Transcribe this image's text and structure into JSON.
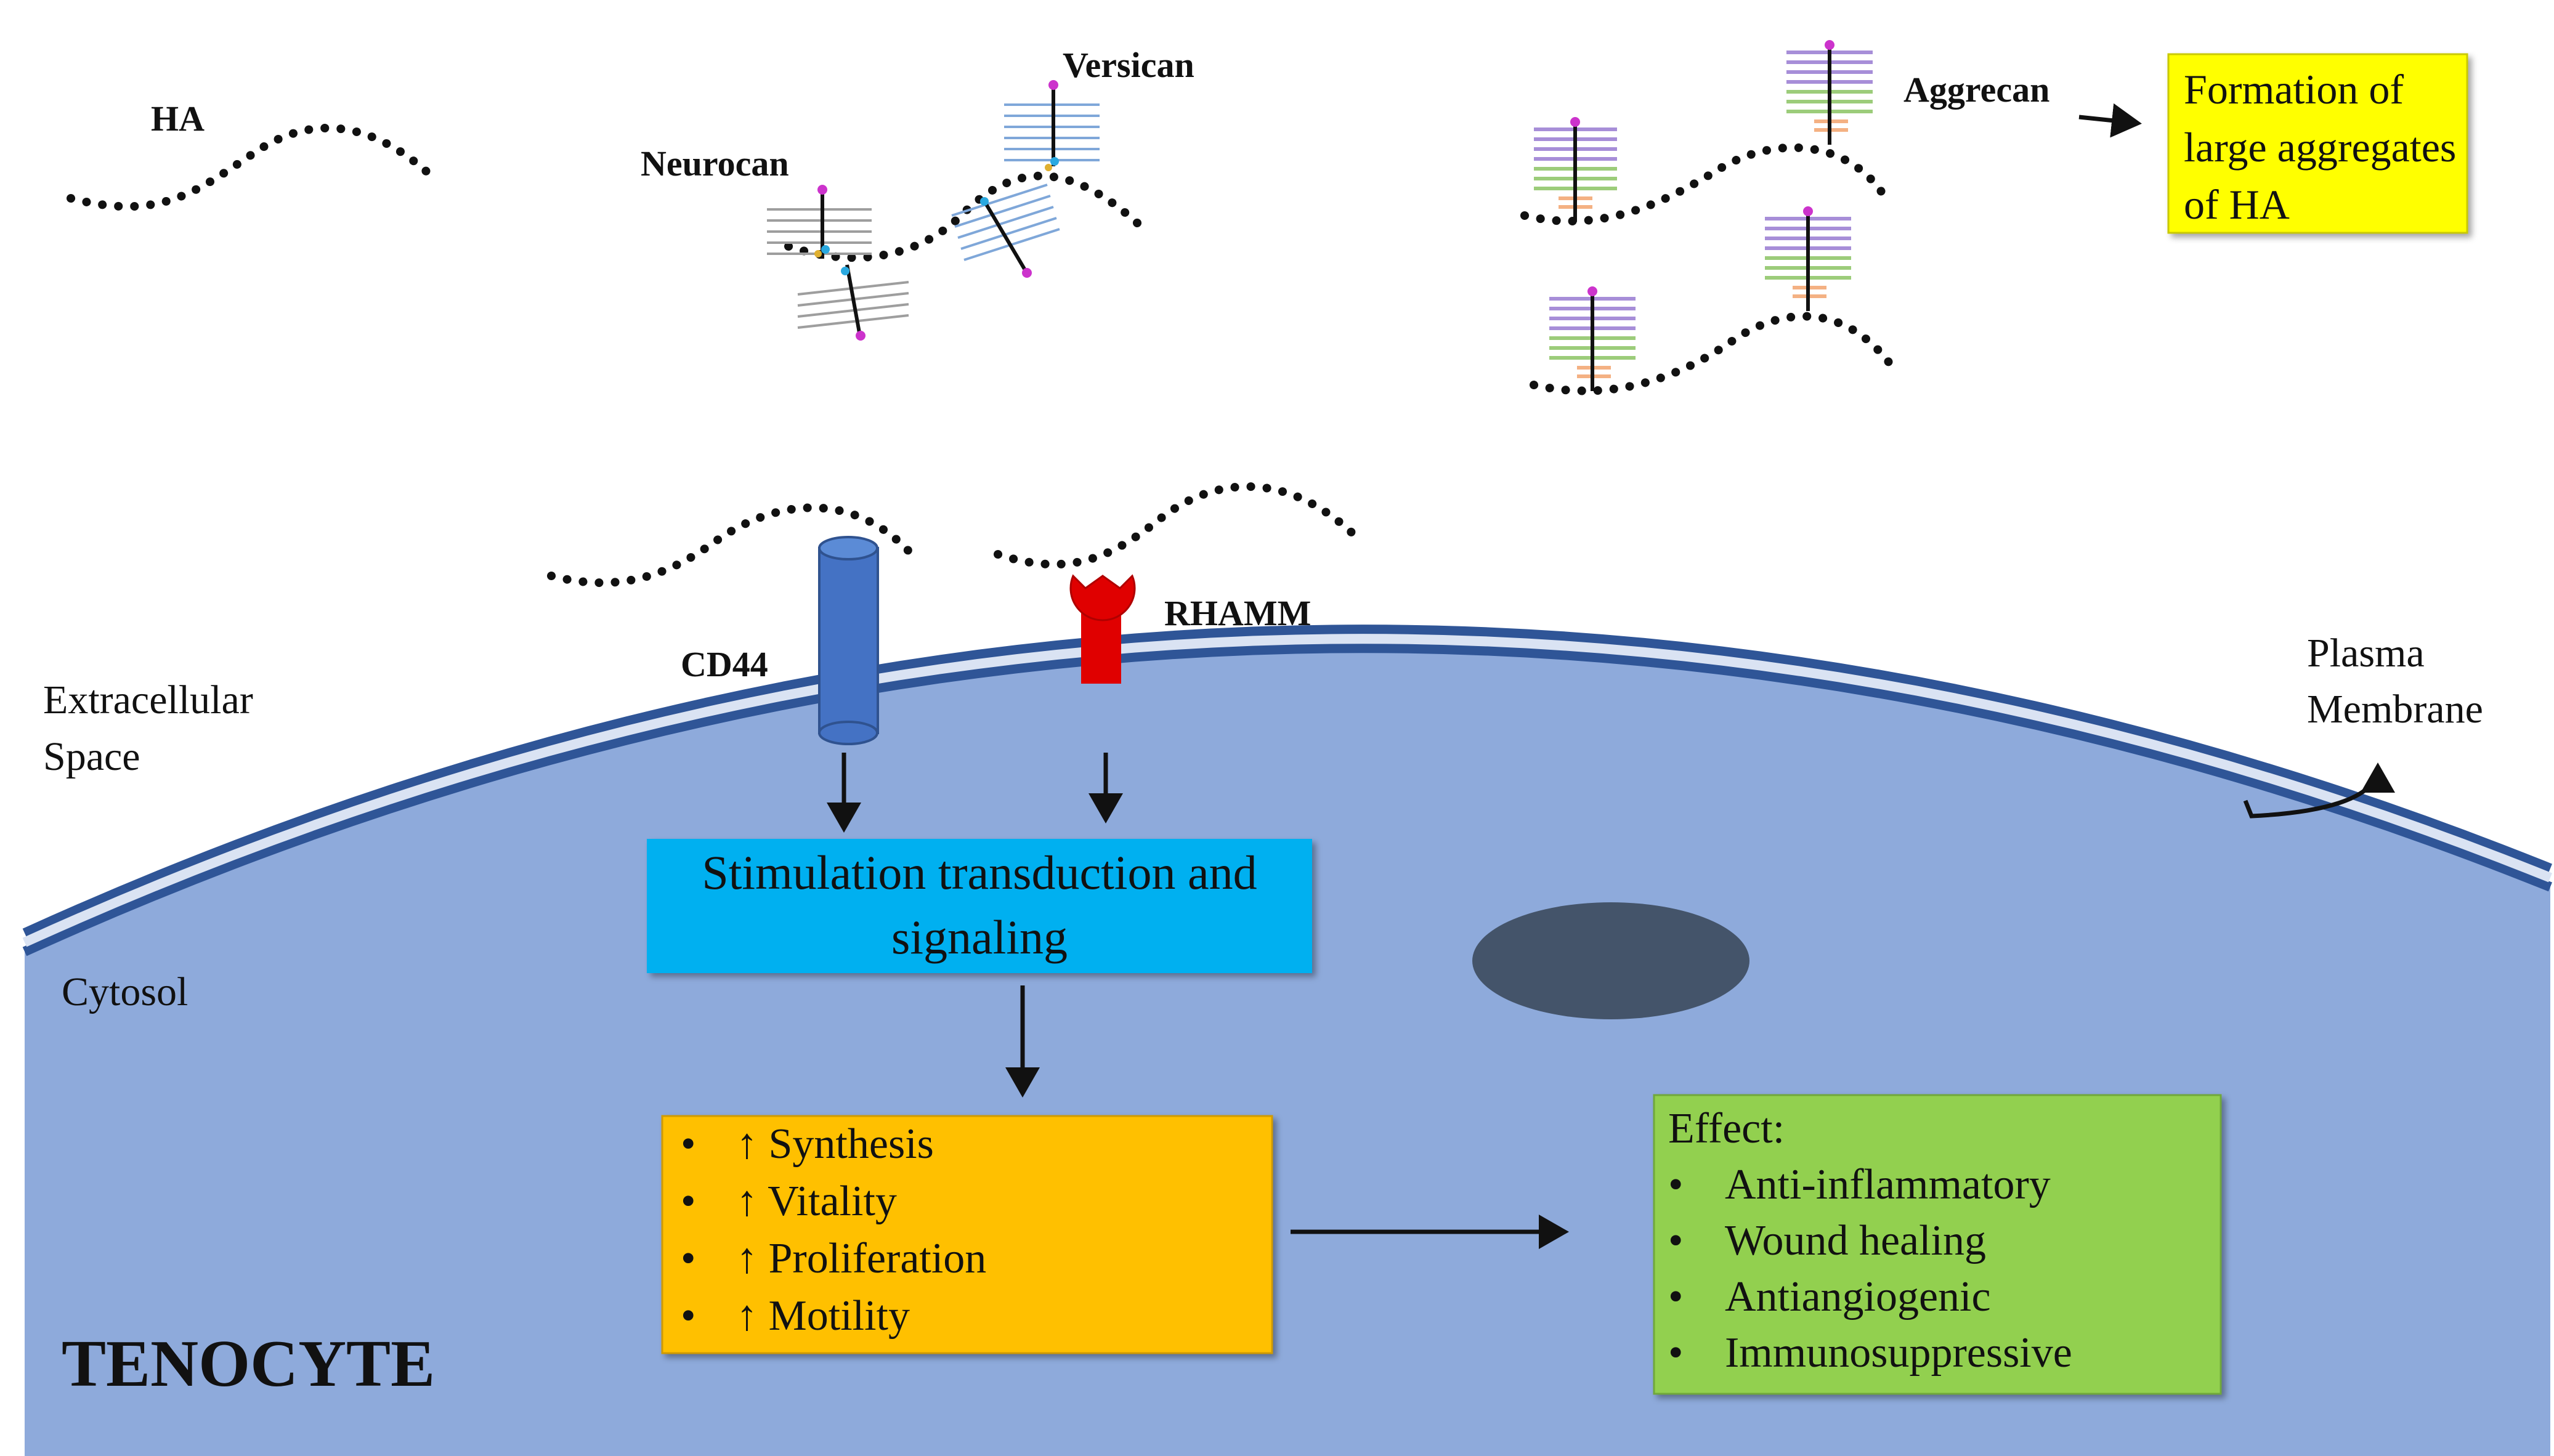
{
  "labels": {
    "ha": "HA",
    "neurocan": "Neurocan",
    "versican": "Versican",
    "aggrecan": "Aggrecan",
    "cd44": "CD44",
    "rhamm": "RHAMM",
    "extracellular_line1": "Extracellular",
    "extracellular_line2": "Space",
    "plasma_line1": "Plasma",
    "plasma_line2": "Membrane",
    "cytosol": "Cytosol",
    "tenocyte": "TENOCYTE"
  },
  "aggregates_box": {
    "lines": [
      "Formation of",
      "large aggregates",
      "of HA"
    ]
  },
  "signaling_box": {
    "lines": [
      "Stimulation transduction and",
      "signaling"
    ]
  },
  "responses_box": {
    "items": [
      "↑ Synthesis",
      "↑ Vitality",
      "↑ Proliferation",
      "↑ Motility"
    ]
  },
  "effects_box": {
    "title": "Effect:",
    "items": [
      "Anti-inflammatory",
      "Wound healing",
      "Antiangiogenic",
      "Immunosuppressive"
    ]
  },
  "colors": {
    "cell_fill": "#8eaadb",
    "membrane_dark": "#2f5597",
    "membrane_light": "#dae3f3",
    "cd44": "#4472c4",
    "rhamm": "#e00000",
    "aggregates_box": "#ffff00",
    "signaling_box": "#00b0f0",
    "responses_box": "#ffc000",
    "effects_box": "#92d050",
    "nucleus": "#44546a"
  }
}
